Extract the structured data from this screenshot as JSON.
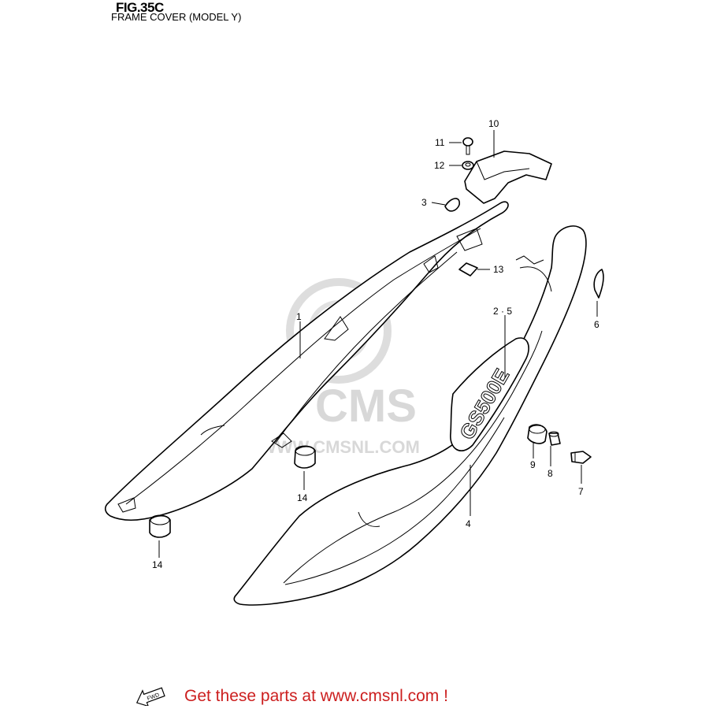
{
  "figure": {
    "title": "FIG.35C",
    "subtitle": "FRAME COVER (MODEL Y)"
  },
  "watermark": {
    "brand": "CMS",
    "url": "WWW.CMSNL.COM",
    "color": "#d2d2d2"
  },
  "callouts": [
    {
      "id": "c1",
      "label": "1"
    },
    {
      "id": "c25",
      "label": "2 · 5"
    },
    {
      "id": "c3",
      "label": "3"
    },
    {
      "id": "c4",
      "label": "4"
    },
    {
      "id": "c6",
      "label": "6"
    },
    {
      "id": "c7",
      "label": "7"
    },
    {
      "id": "c8",
      "label": "8"
    },
    {
      "id": "c9",
      "label": "9"
    },
    {
      "id": "c10",
      "label": "10"
    },
    {
      "id": "c11",
      "label": "11"
    },
    {
      "id": "c12",
      "label": "12"
    },
    {
      "id": "c13",
      "label": "13"
    },
    {
      "id": "c14a",
      "label": "14"
    },
    {
      "id": "c14b",
      "label": "14"
    }
  ],
  "decal_text": "GS500E",
  "fwd_icon": {
    "label": "FWD"
  },
  "footer": {
    "text": "Get these parts at www.cmsnl.com !",
    "color": "#cc1f1f"
  }
}
